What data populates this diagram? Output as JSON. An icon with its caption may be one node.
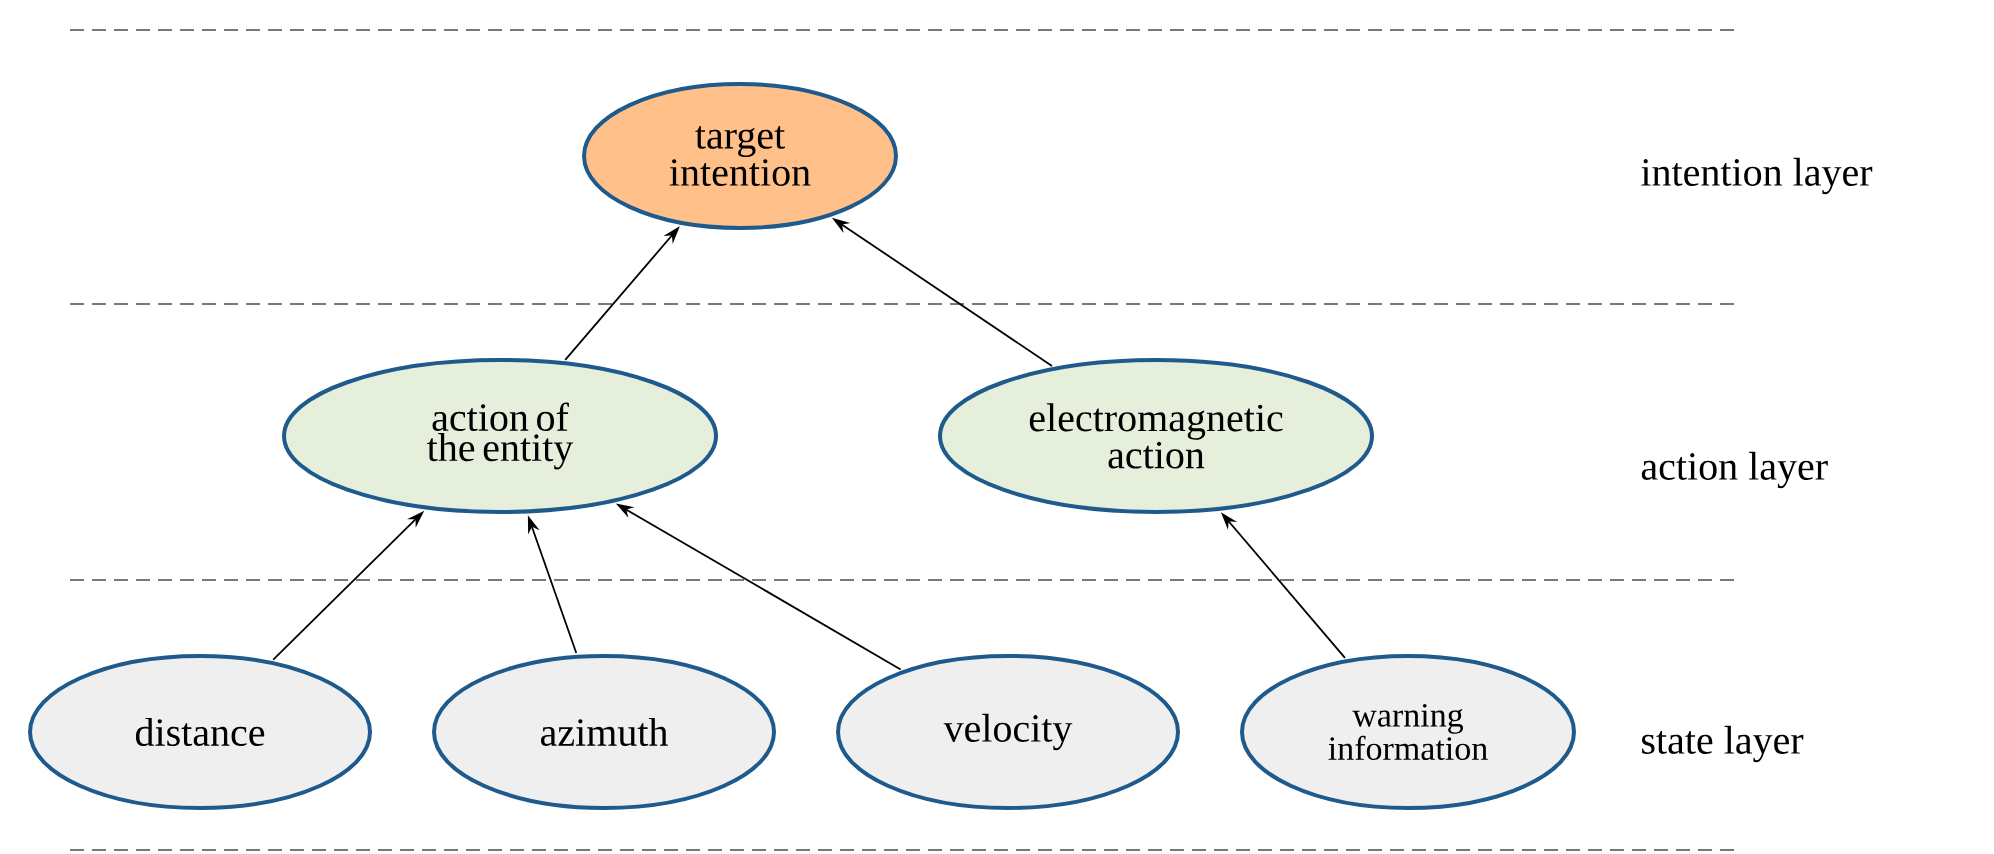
{
  "diagram": {
    "nodes": [
      {
        "text": [
          "target intention"
        ]
      },
      {
        "text": [
          "action of the entity"
        ]
      },
      {
        "text": [
          "electromagnetic action"
        ]
      },
      {
        "text": [
          "distance"
        ]
      },
      {
        "text": [
          "azimuth"
        ]
      },
      {
        "text": [
          "velocity"
        ]
      },
      {
        "text": [
          "warning information"
        ]
      }
    ],
    "edges": [
      {
        "from": 1,
        "to": 0,
        "arrow": "to"
      },
      {
        "from": 2,
        "to": 0,
        "arrow": "to"
      },
      {
        "from": 3,
        "to": 1,
        "arrow": "to"
      },
      {
        "from": 4,
        "to": 1,
        "arrow": "to"
      },
      {
        "from": 5,
        "to": 1,
        "arrow": "to"
      },
      {
        "from": 6,
        "to": 2,
        "arrow": "to"
      }
    ],
    "labels": [
      "intention layer",
      "action layer",
      "state layer"
    ]
  }
}
